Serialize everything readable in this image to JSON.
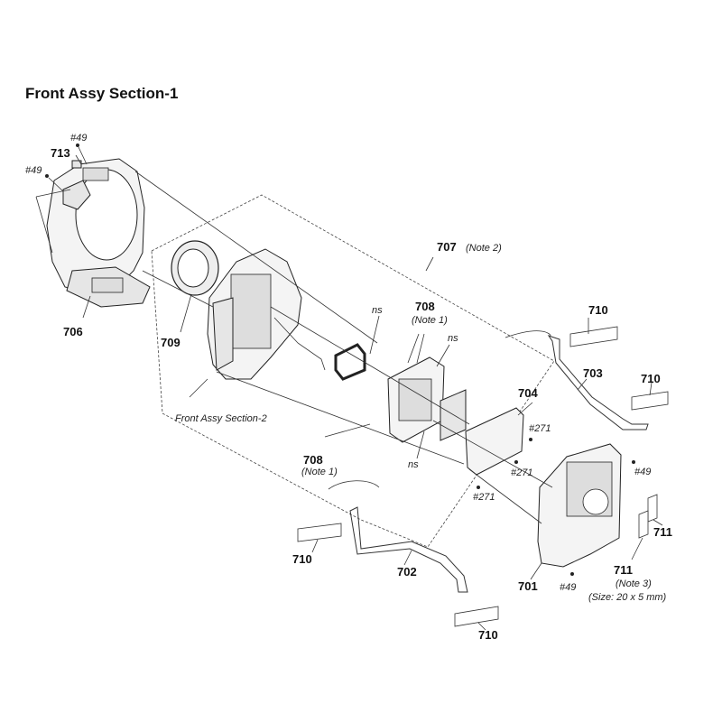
{
  "title": "Front Assy Section-1",
  "labels": {
    "p713": "713",
    "p706": "706",
    "p709": "709",
    "p707": "707",
    "p707_note": "(Note 2)",
    "p708_top": "708",
    "p708_top_note": "(Note 1)",
    "p708_bottom": "708",
    "p708_bottom_note": "(Note 1)",
    "p710_a": "710",
    "p710_b": "710",
    "p710_c": "710",
    "p710_d": "710",
    "p703": "703",
    "p704": "704",
    "p702": "702",
    "p701": "701",
    "p711_a": "711",
    "p711_b": "711",
    "p711_note": "(Note 3)",
    "p711_size": "(Size: 20 x 5 mm)",
    "s49_a": "#49",
    "s49_b": "#49",
    "s49_c": "#49",
    "s49_d": "#49",
    "s271_a": "#271",
    "s271_b": "#271",
    "s271_c": "#271",
    "ns_a": "ns",
    "ns_b": "ns",
    "ns_c": "ns",
    "section2": "Front Assy Section-2"
  }
}
